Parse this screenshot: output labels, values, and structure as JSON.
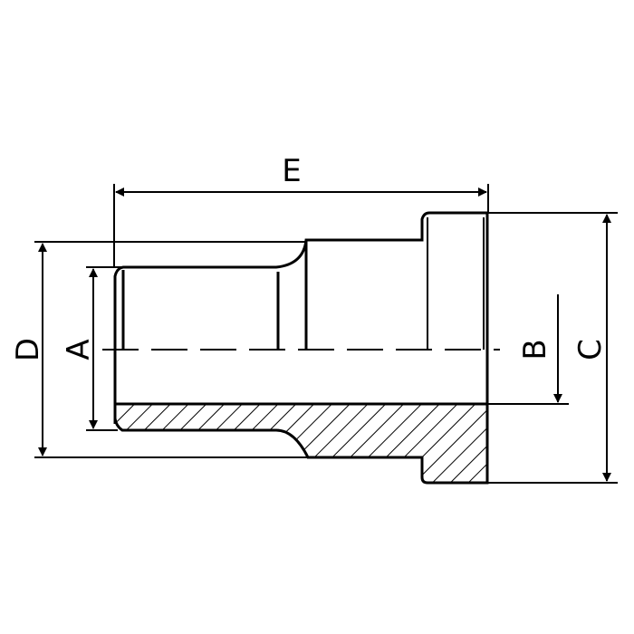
{
  "drawing": {
    "labels": {
      "A": "A",
      "B": "B",
      "C": "C",
      "D": "D",
      "E": "E"
    },
    "line_color": "#000000",
    "background": "#ffffff"
  }
}
